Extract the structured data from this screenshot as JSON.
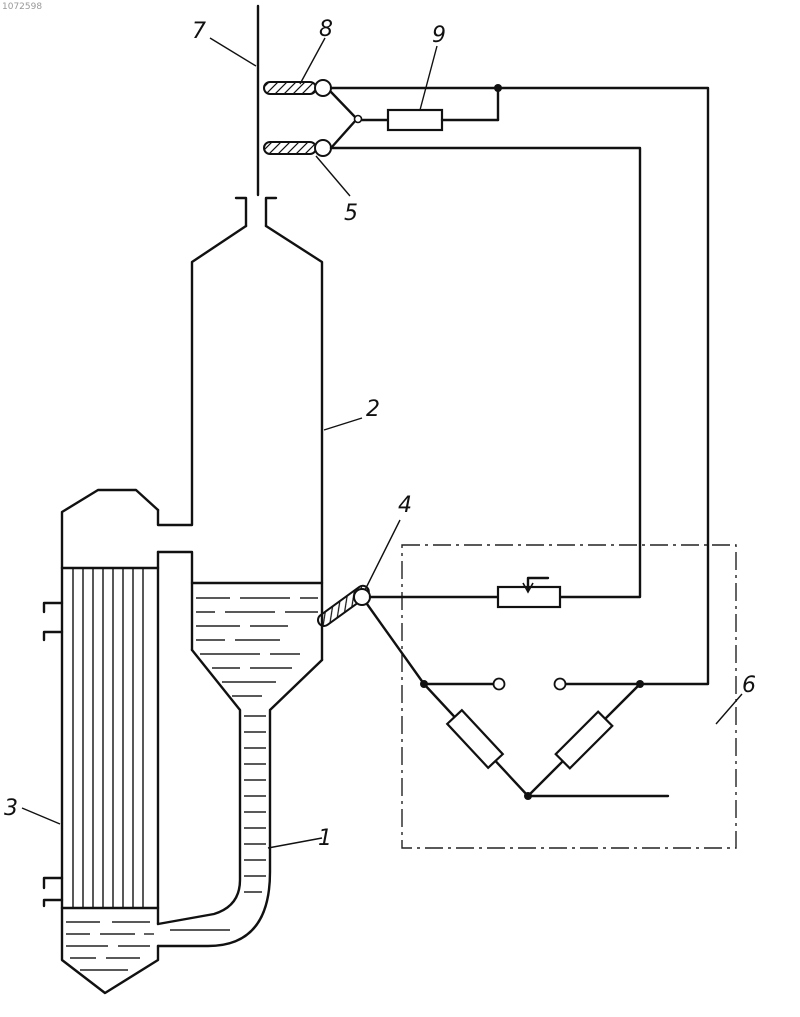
{
  "corner_code": "1072598",
  "labels": {
    "l1": "1",
    "l2": "2",
    "l3": "3",
    "l4": "4",
    "l5": "5",
    "l6": "6",
    "l7": "7",
    "l8": "8",
    "l9": "9"
  }
}
